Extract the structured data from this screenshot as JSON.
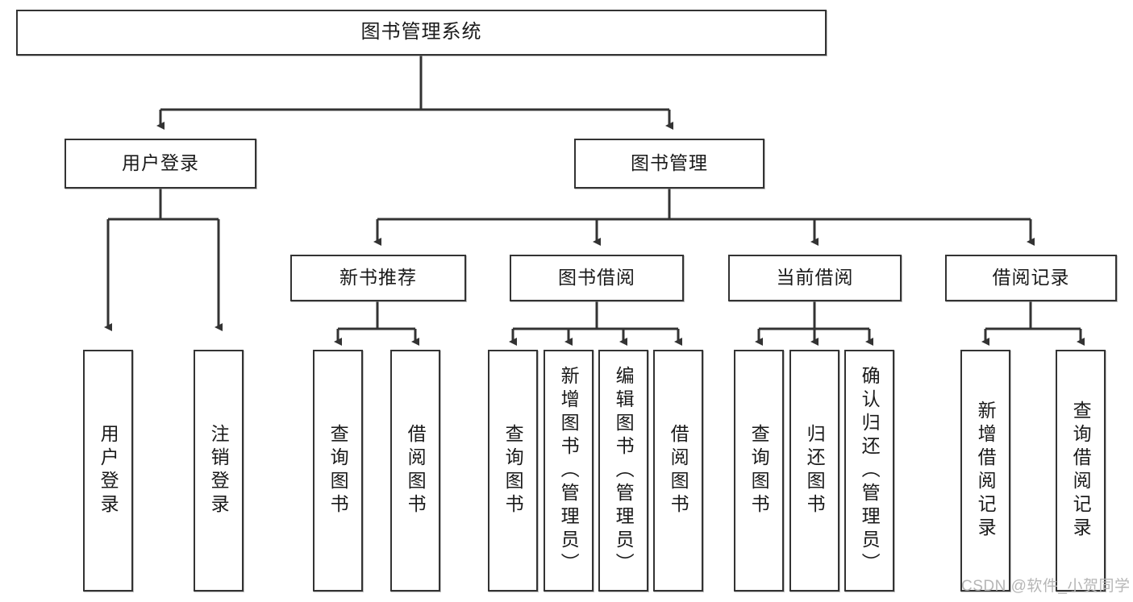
{
  "diagram": {
    "title": "图书管理系统",
    "type": "tree",
    "root": {
      "id": "root",
      "label": "图书管理系统"
    },
    "level2": [
      {
        "id": "user-login",
        "label": "用户登录"
      },
      {
        "id": "book-manage",
        "label": "图书管理"
      }
    ],
    "level3": [
      {
        "id": "new-book-recommend",
        "label": "新书推荐"
      },
      {
        "id": "book-borrow",
        "label": "图书借阅"
      },
      {
        "id": "current-borrow",
        "label": "当前借阅"
      },
      {
        "id": "borrow-record",
        "label": "借阅记录"
      }
    ],
    "leaves": {
      "user_login": [
        {
          "id": "leaf-user-login",
          "label": "用户登录"
        },
        {
          "id": "leaf-logout-login",
          "label": "注销登录"
        }
      ],
      "new_book_recommend": [
        {
          "id": "leaf-query-book-1",
          "label": "查询图书"
        },
        {
          "id": "leaf-borrow-book-1",
          "label": "借阅图书"
        }
      ],
      "book_borrow": [
        {
          "id": "leaf-query-book-2",
          "label": "查询图书"
        },
        {
          "id": "leaf-add-book",
          "label": "新增图书（管理员）"
        },
        {
          "id": "leaf-edit-book",
          "label": "编辑图书（管理员）"
        },
        {
          "id": "leaf-borrow-book-2",
          "label": "借阅图书"
        }
      ],
      "current_borrow": [
        {
          "id": "leaf-query-book-3",
          "label": "查询图书"
        },
        {
          "id": "leaf-return-book",
          "label": "归还图书"
        },
        {
          "id": "leaf-confirm-return",
          "label": "确认归还（管理员）"
        }
      ],
      "borrow_record": [
        {
          "id": "leaf-add-record",
          "label": "新增借阅记录"
        },
        {
          "id": "leaf-query-record",
          "label": "查询借阅记录"
        }
      ]
    }
  },
  "watermark": {
    "text": "CSDN @软件_小贺同学"
  },
  "colors": {
    "stroke": "#333333",
    "box_fill": "#ffffff",
    "text": "#1a1a1a",
    "watermark": "#b6b6b6",
    "background": "#ffffff"
  }
}
